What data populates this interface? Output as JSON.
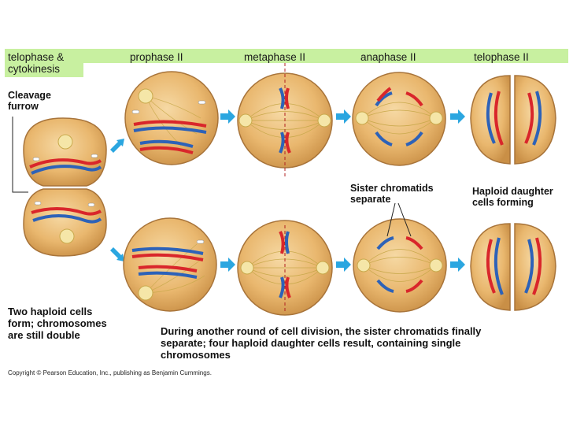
{
  "header": {
    "stages": [
      "telophase & cytokinesis",
      "prophase II",
      "metaphase II",
      "anaphase II",
      "telophase II"
    ],
    "stage1_line1": "telophase &",
    "stage1_line2": "cytokinesis"
  },
  "annotations": {
    "cleavage_line1": "Cleavage",
    "cleavage_line2": "furrow",
    "sister_line1": "Sister chromatids",
    "sister_line2": "separate",
    "haploid_line1": "Haploid daughter",
    "haploid_line2": "cells forming"
  },
  "captions": {
    "left_line1": "Two haploid cells",
    "left_line2": "form; chromosomes",
    "left_line3": "are still double",
    "main_line1": "During another round of cell division, the sister chromatids finally",
    "main_line2": "separate; four haploid daughter cells result, containing single",
    "main_line3": "chromosomes"
  },
  "copyright": "Copyright © Pearson Education, Inc., publishing as Benjamin Cummings.",
  "colors": {
    "header_band": "#c8f0a0",
    "cell_fill": "#e9b76e",
    "cell_edge": "#a8743a",
    "chromosome_red": "#d9262b",
    "chromosome_blue": "#2d62b8",
    "arrow": "#2ba6e0",
    "centrosome": "#f5e6a8"
  }
}
